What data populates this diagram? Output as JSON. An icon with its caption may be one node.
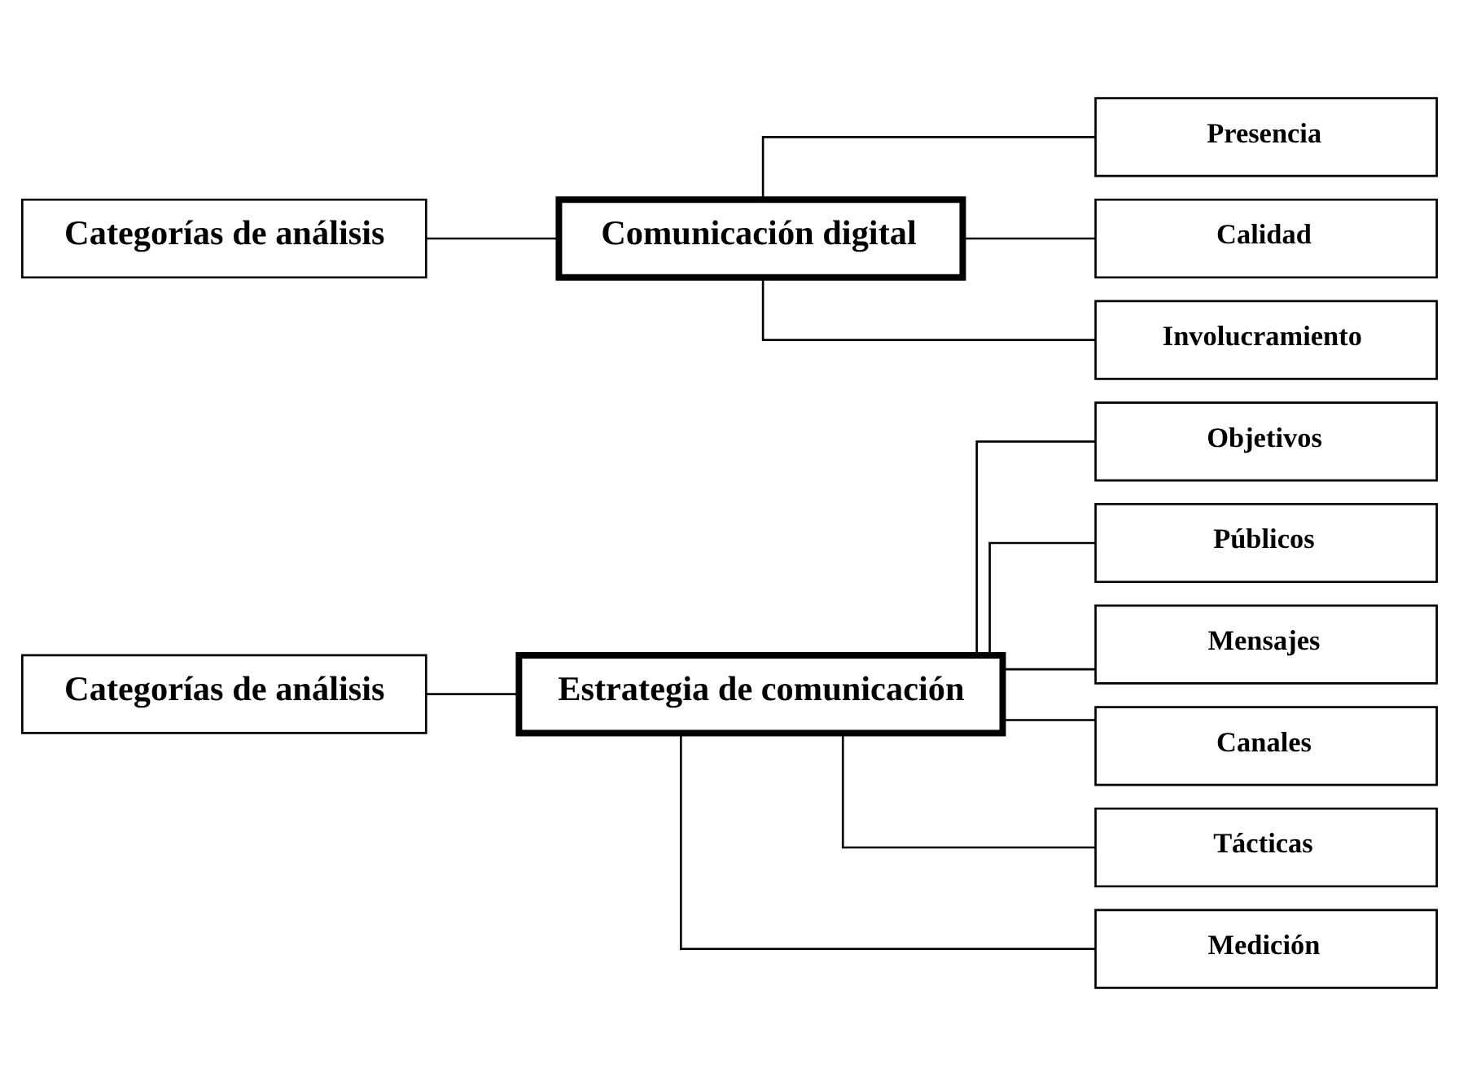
{
  "diagram": {
    "nodes": [
      {
        "text": [
          "Categorías de análisis"
        ]
      },
      {
        "text": [
          "Estrategia de comunicación"
        ]
      },
      {
        "text": [
          "Objetivos"
        ]
      },
      {
        "text": [
          "Públicos"
        ]
      },
      {
        "text": [
          "Mensajes"
        ]
      },
      {
        "text": [
          "Canales"
        ]
      },
      {
        "text": [
          "Tácticas"
        ]
      },
      {
        "text": [
          "Medición"
        ]
      },
      {
        "text": [
          "Categorías de análisis"
        ]
      },
      {
        "text": [
          "Comunicación digital"
        ]
      },
      {
        "text": [
          "Presencia"
        ]
      },
      {
        "text": [
          "Calidad"
        ]
      },
      {
        "text": [
          "Involucramiento"
        ]
      }
    ],
    "edges": [
      {
        "from": 0,
        "to": 1,
        "arrow": "none"
      },
      {
        "from": 1,
        "to": 2,
        "arrow": "none"
      },
      {
        "from": 1,
        "to": 3,
        "arrow": "none"
      },
      {
        "from": 1,
        "to": 4,
        "arrow": "none"
      },
      {
        "from": 1,
        "to": 5,
        "arrow": "none"
      },
      {
        "from": 1,
        "to": 6,
        "arrow": "none"
      },
      {
        "from": 1,
        "to": 7,
        "arrow": "none"
      },
      {
        "from": 8,
        "to": 9,
        "arrow": "none"
      },
      {
        "from": 9,
        "to": 10,
        "arrow": "none"
      },
      {
        "from": 9,
        "to": 11,
        "arrow": "none"
      },
      {
        "from": 9,
        "to": 12,
        "arrow": "none"
      }
    ]
  }
}
